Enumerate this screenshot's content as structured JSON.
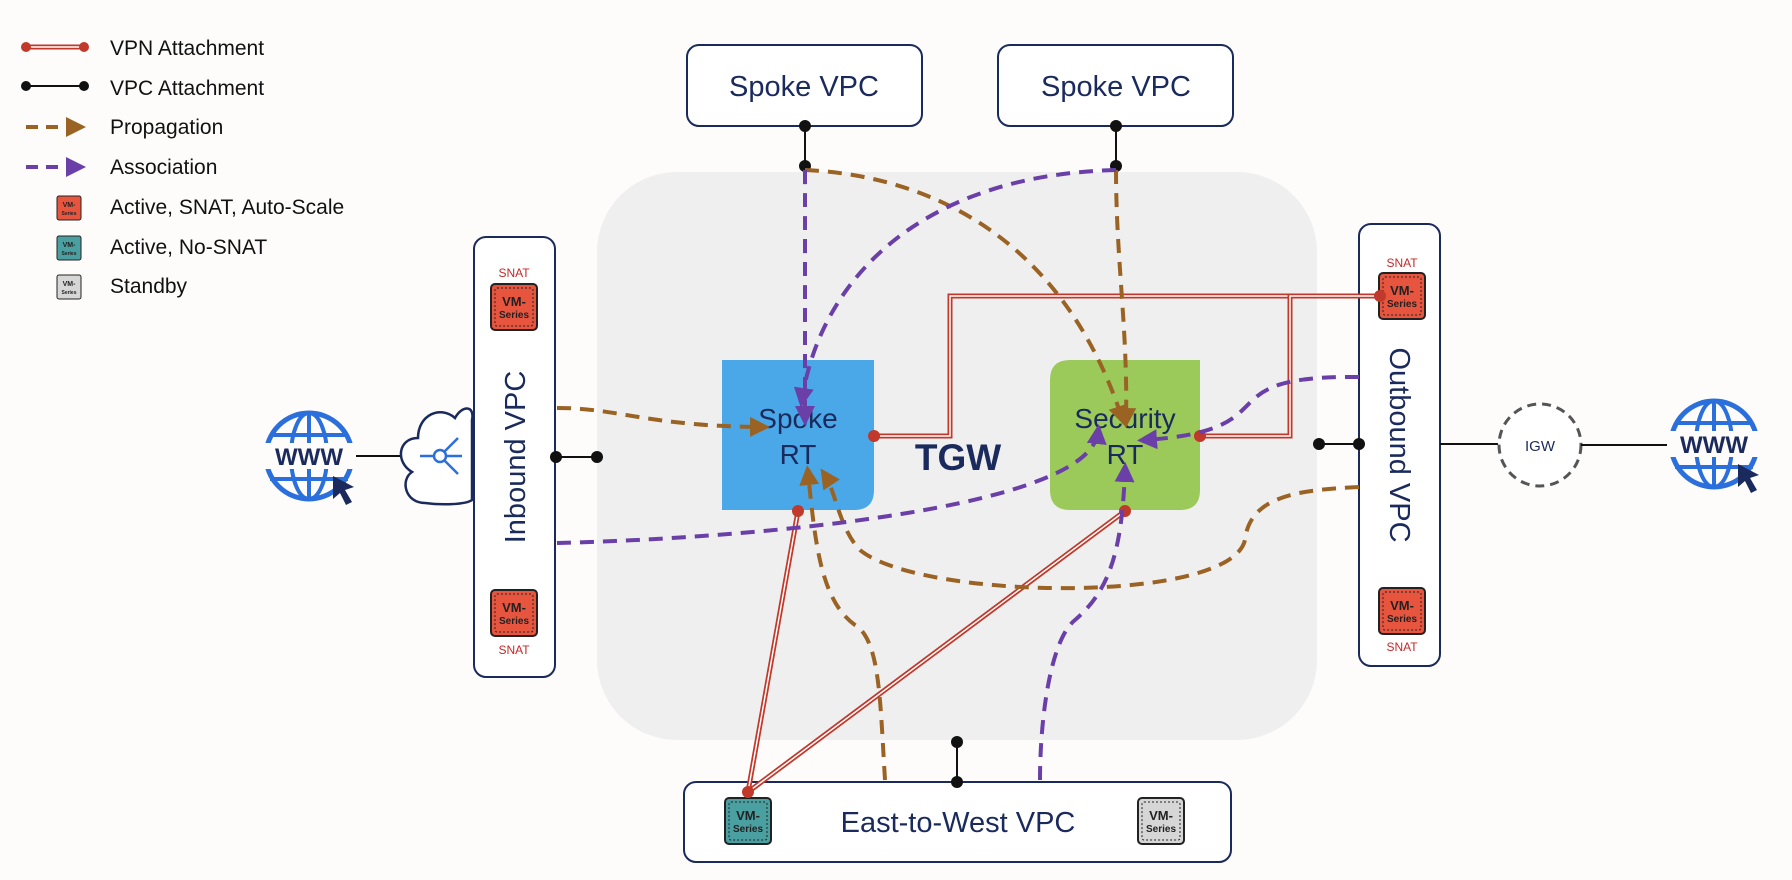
{
  "colors": {
    "vpn": "#c0392b",
    "propagation": "#9a6324",
    "association": "#6a3fa8",
    "spoke_rt": "#4aa8e8",
    "security_rt": "#9bc95a",
    "vm_active_snat": "#e8553f",
    "vm_active_nosnat": "#4a9fa0",
    "vm_standby": "#d6d6d6",
    "tgw_bg": "#efefef",
    "navy": "#1b2a5c"
  },
  "legend": {
    "vpn_attachment": "VPN Attachment",
    "vpc_attachment": "VPC Attachment",
    "propagation": "Propagation",
    "association": "Association",
    "active_snat": "Active, SNAT, Auto-Scale",
    "active_nosnat": "Active, No-SNAT",
    "standby": "Standby"
  },
  "nodes": {
    "spoke_vpc_1": "Spoke VPC",
    "spoke_vpc_2": "Spoke VPC",
    "inbound_vpc": "Inbound VPC",
    "outbound_vpc": "Outbound VPC",
    "east_west_vpc": "East-to-West VPC",
    "spoke_rt_line1": "Spoke",
    "spoke_rt_line2": "RT",
    "security_rt_line1": "Security",
    "security_rt_line2": "RT",
    "tgw": "TGW",
    "igw": "IGW"
  },
  "vm": {
    "line1": "VM-",
    "line2": "Series",
    "snat_label": "SNAT"
  },
  "icons": {
    "internet_left": "www-globe-icon",
    "internet_right": "www-globe-icon",
    "load_balancer": "cloud-load-balancer-icon",
    "www_text": "WWW"
  }
}
